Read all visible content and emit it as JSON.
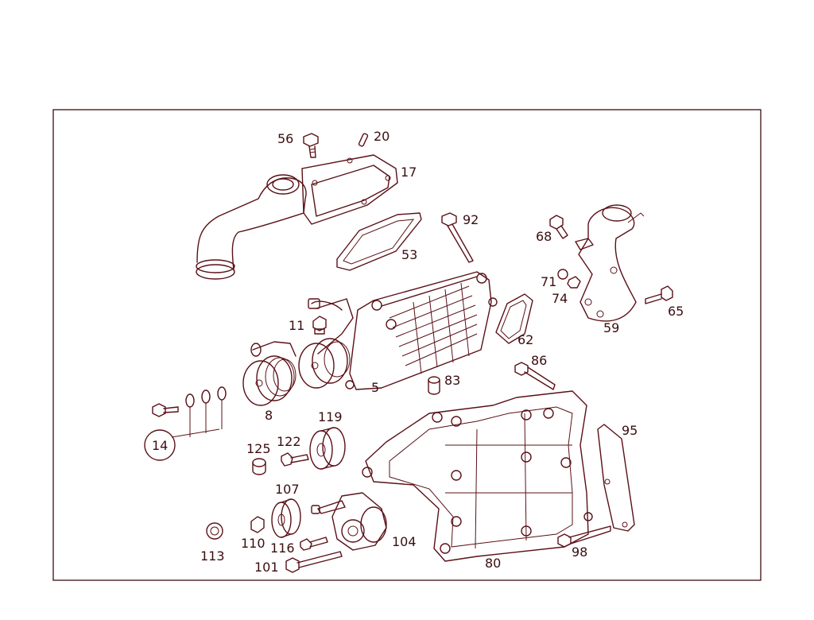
{
  "diagram": {
    "colors": {
      "line": "#5a1016",
      "text": "#3a0e10",
      "background": "#ffffff"
    },
    "callouts": [
      {
        "key": "56",
        "text": "56"
      },
      {
        "key": "20",
        "text": "20"
      },
      {
        "key": "17",
        "text": "17"
      },
      {
        "key": "53",
        "text": "53"
      },
      {
        "key": "92",
        "text": "92"
      },
      {
        "key": "68",
        "text": "68"
      },
      {
        "key": "71",
        "text": "71"
      },
      {
        "key": "74",
        "text": "74"
      },
      {
        "key": "65",
        "text": "65"
      },
      {
        "key": "59",
        "text": "59"
      },
      {
        "key": "11",
        "text": "11"
      },
      {
        "key": "62",
        "text": "62"
      },
      {
        "key": "86",
        "text": "86"
      },
      {
        "key": "5",
        "text": "5"
      },
      {
        "key": "83",
        "text": "83"
      },
      {
        "key": "8",
        "text": "8"
      },
      {
        "key": "119",
        "text": "119"
      },
      {
        "key": "95",
        "text": "95"
      },
      {
        "key": "14",
        "text": "14"
      },
      {
        "key": "125",
        "text": "125"
      },
      {
        "key": "122",
        "text": "122"
      },
      {
        "key": "107",
        "text": "107"
      },
      {
        "key": "104",
        "text": "104"
      },
      {
        "key": "113",
        "text": "113"
      },
      {
        "key": "110",
        "text": "110"
      },
      {
        "key": "116",
        "text": "116"
      },
      {
        "key": "98",
        "text": "98"
      },
      {
        "key": "80",
        "text": "80"
      },
      {
        "key": "101",
        "text": "101"
      }
    ]
  }
}
